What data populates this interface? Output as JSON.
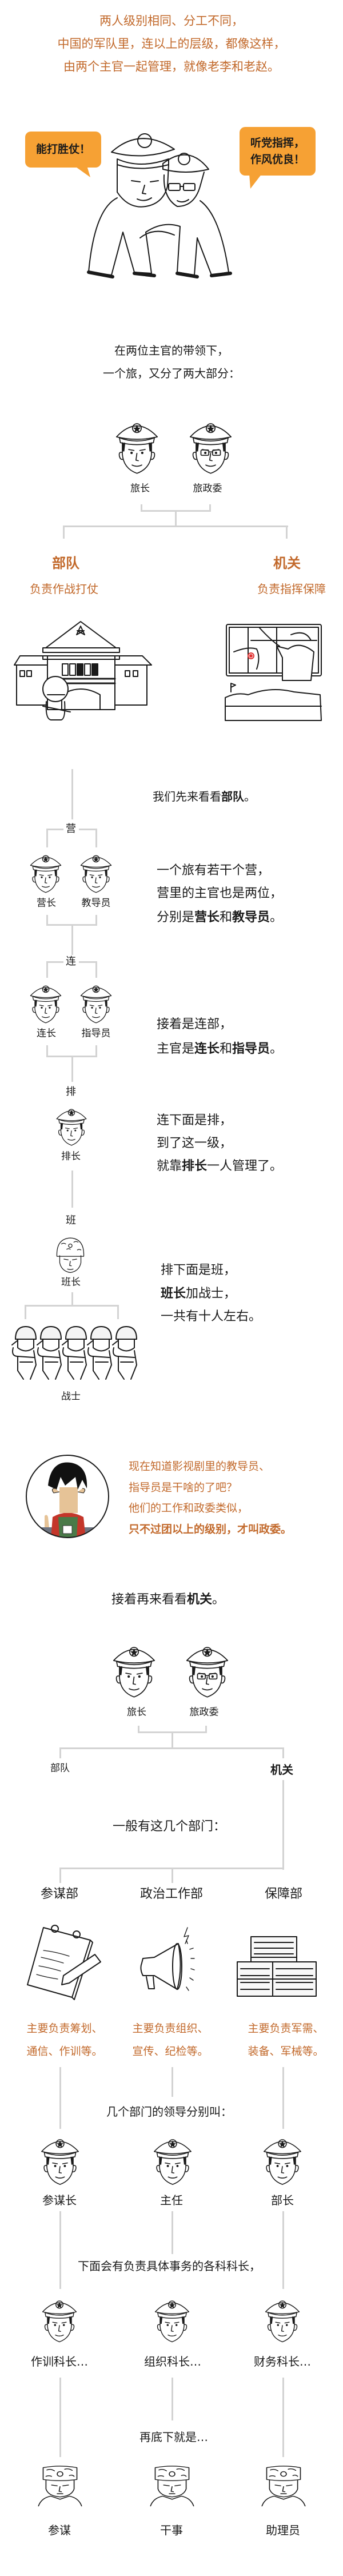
{
  "intro": {
    "lines": [
      "两人级别相同、分工不同，",
      "中国的军队里，连以上的层级，都像这样，",
      "由两个主官一起管理，就像老李和老赵。"
    ],
    "bubble_left": "能打胜仗！",
    "bubble_right": [
      "听党指挥，",
      "作风优良！"
    ]
  },
  "split": {
    "lines": [
      "在两位主官的带领下，",
      "一个旅，又分了两大部分："
    ],
    "leaders": [
      "旅长",
      "旅政委"
    ],
    "troops": {
      "title": "部队",
      "desc": "负责作战打仗"
    },
    "organs": {
      "title": "机关",
      "desc": "负责指挥保障"
    }
  },
  "troops_section": {
    "heading_pre": "我们先来看看",
    "heading_bold": "部队",
    "heading_post": "。",
    "battalion": {
      "level": "营",
      "leaders": [
        "营长",
        "教导员"
      ],
      "text1": "一个旅有若干个营，",
      "text2": "营里的主官也是两位，",
      "text3_pre": "分别是",
      "text3_b1": "营长",
      "text3_mid": "和",
      "text3_b2": "教导员",
      "text3_post": "。"
    },
    "company": {
      "level": "连",
      "leaders": [
        "连长",
        "指导员"
      ],
      "text1": "接着是连部，",
      "text2_pre": "主官是",
      "text2_b1": "连长",
      "text2_mid": "和",
      "text2_b2": "指导员",
      "text2_post": "。"
    },
    "platoon": {
      "level": "排",
      "leader": "排长",
      "text1": "连下面是排，",
      "text2": "到了这一级，",
      "text3_pre": "就靠",
      "text3_b": "排长",
      "text3_post": "一人管理了。"
    },
    "squad": {
      "level": "班",
      "leader": "班长",
      "soldiers": "战士",
      "text1": "排下面是班，",
      "text2_b": "班长",
      "text2_post": "加战士，",
      "text3": "一共有十人左右。"
    },
    "note": {
      "lines": [
        "现在知道影视剧里的教导员、",
        "指导员是干啥的了吧？",
        "他们的工作和政委类似，"
      ],
      "bold_line": "只不过团以上的级别，才叫政委。"
    }
  },
  "organs_section": {
    "heading_pre": "接着再来看看",
    "heading_bold": "机关",
    "heading_post": "。",
    "leaders": [
      "旅长",
      "旅政委"
    ],
    "branch_left": "部队",
    "branch_right": "机关",
    "dept_heading": "一般有这几个部门：",
    "departments": [
      {
        "name": "参谋部",
        "desc": [
          "主要负责筹划、",
          "通信、作训等。"
        ],
        "head": "参谋长",
        "section_chief": "作训科长…",
        "staff": "参谋"
      },
      {
        "name": "政治工作部",
        "desc": [
          "主要负责组织、",
          "宣传、纪检等。"
        ],
        "head": "主任",
        "section_chief": "组织科长…",
        "staff": "干事"
      },
      {
        "name": "保障部",
        "desc": [
          "主要负责军需、",
          "装备、军械等。"
        ],
        "head": "部长",
        "section_chief": "财务科长…",
        "staff": "助理员"
      }
    ],
    "heads_heading": "几个部门的领导分别叫：",
    "chiefs_heading": "下面会有负责具体事务的各科科长，",
    "staff_heading": "再底下就是…"
  },
  "colors": {
    "accent_orange": "#c2692b",
    "bubble": "#f6a134",
    "connector": "#d3d3d3"
  }
}
